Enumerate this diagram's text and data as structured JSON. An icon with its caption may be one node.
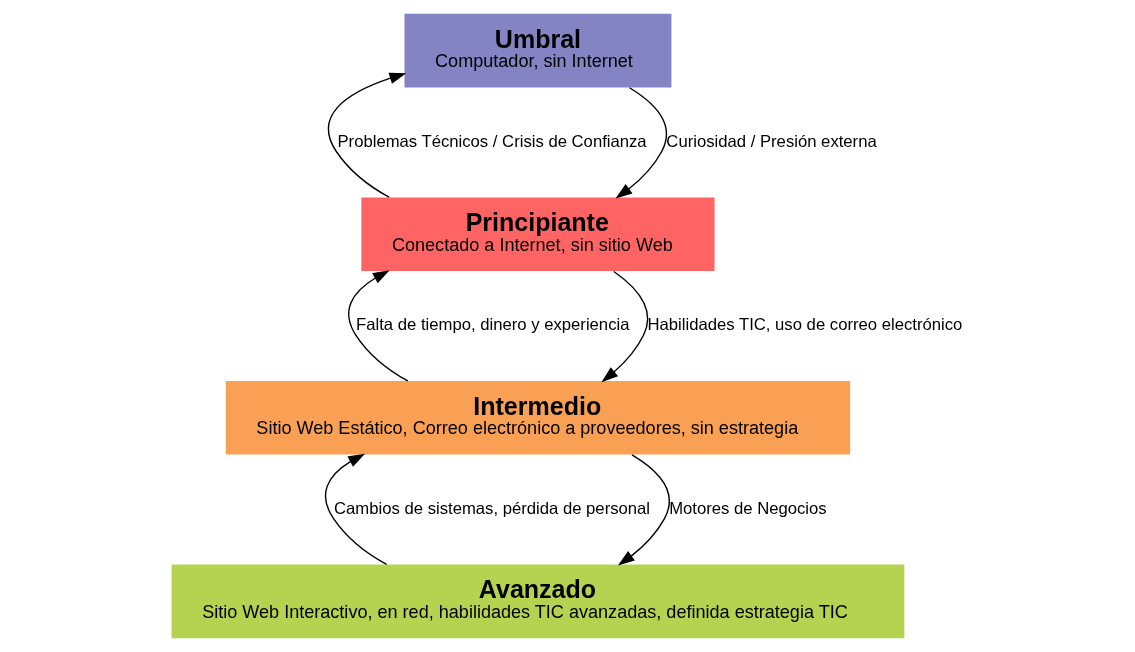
{
  "diagram": {
    "nodes": [
      {
        "text": [
          "Avanzado",
          "Sitio Web Interactivo, en red, habilidades TIC avanzadas, definida estrategia TIC"
        ]
      },
      {
        "text": [
          "Intermedio",
          "Sitio Web Estático, Correo electrónico a proveedores, sin estrategia"
        ]
      },
      {
        "text": [
          "Principiante",
          "Conectado a Internet, sin sitio Web"
        ]
      },
      {
        "text": [
          "Umbral",
          "Computador, sin Internet"
        ]
      }
    ],
    "edges": [
      {
        "from": 3,
        "to": 2,
        "arrow": "to",
        "label": "Curiosidad / Presión externa"
      },
      {
        "from": 2,
        "to": 1,
        "arrow": "to",
        "label": "Habilidades TIC, uso de correo electrónico"
      },
      {
        "from": 1,
        "to": 0,
        "arrow": "to",
        "label": "Motores de Negocios"
      },
      {
        "from": 0,
        "to": 1,
        "arrow": "to",
        "label": "Cambios de sistemas, pérdida de personal"
      },
      {
        "from": 1,
        "to": 2,
        "arrow": "to",
        "label": "Falta de tiempo, dinero y experiencia"
      },
      {
        "from": 2,
        "to": 3,
        "arrow": "to",
        "label": "Problemas Técnicos / Crisis de Confianza"
      }
    ]
  }
}
